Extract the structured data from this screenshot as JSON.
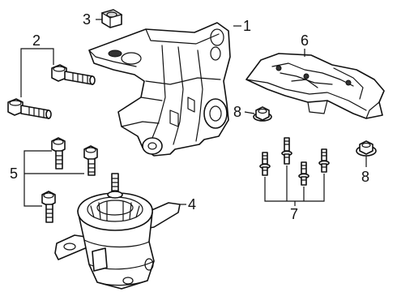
{
  "callouts": {
    "c1": "1",
    "c2": "2",
    "c3": "3",
    "c4": "4",
    "c5": "5",
    "c6": "6",
    "c7": "7",
    "c8a": "8",
    "c8b": "8"
  }
}
